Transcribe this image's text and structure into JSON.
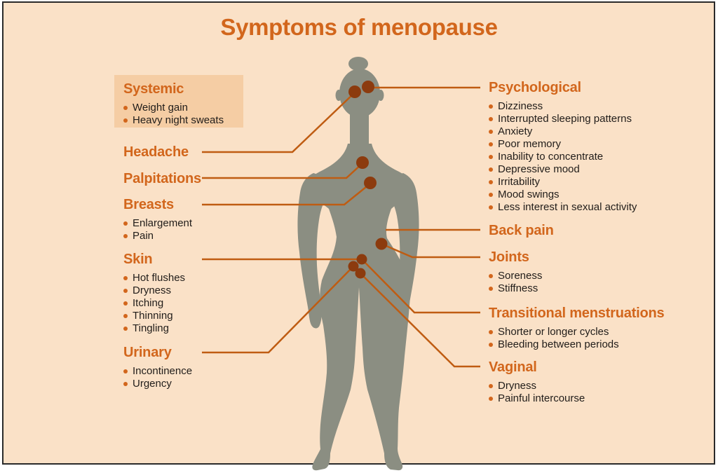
{
  "title": "Symptoms of menopause",
  "colors": {
    "background": "#fae1c7",
    "highlight_box": "#f5cda4",
    "heading_orange": "#d2661c",
    "connector_line": "#bf5c12",
    "marker_dot": "#8c3b0e",
    "body_silhouette": "#8b8e82",
    "text": "#211d1a"
  },
  "left_sections": [
    {
      "id": "systemic",
      "heading": "Systemic",
      "highlighted": true,
      "items": [
        "Weight gain",
        "Heavy night sweats"
      ]
    },
    {
      "id": "headache",
      "heading": "Headache",
      "items": []
    },
    {
      "id": "palpitations",
      "heading": "Palpitations",
      "items": []
    },
    {
      "id": "breasts",
      "heading": "Breasts",
      "items": [
        "Enlargement",
        "Pain"
      ]
    },
    {
      "id": "skin",
      "heading": "Skin",
      "items": [
        "Hot flushes",
        "Dryness",
        "Itching",
        "Thinning",
        "Tingling"
      ]
    },
    {
      "id": "urinary",
      "heading": "Urinary",
      "items": [
        "Incontinence",
        "Urgency"
      ]
    }
  ],
  "right_sections": [
    {
      "id": "psychological",
      "heading": "Psychological",
      "items": [
        "Dizziness",
        "Interrupted sleeping patterns",
        "Anxiety",
        "Poor memory",
        "Inability to concentrate",
        "Depressive mood",
        "Irritability",
        "Mood swings",
        "Less interest in sexual activity"
      ]
    },
    {
      "id": "back-pain",
      "heading": "Back pain",
      "items": []
    },
    {
      "id": "joints",
      "heading": "Joints",
      "items": [
        "Soreness",
        "Stiffness"
      ]
    },
    {
      "id": "transitional",
      "heading": "Transitional menstruations",
      "items": [
        "Shorter or longer cycles",
        "Bleeding between periods"
      ]
    },
    {
      "id": "vaginal",
      "heading": "Vaginal",
      "items": [
        "Dryness",
        "Painful intercourse"
      ]
    }
  ]
}
